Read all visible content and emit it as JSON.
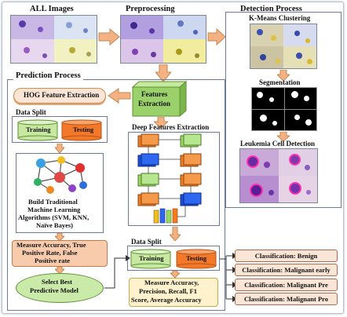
{
  "stages": {
    "all_images": "ALL Images",
    "preprocessing": "Preprocessing",
    "detection_process": "Detection Process",
    "prediction_process": "Prediction Process"
  },
  "detection": {
    "kmeans": "K-Means Clustering",
    "segmentation": "Segmentation",
    "cell_detection": "Leukemia Cell Detection"
  },
  "prediction": {
    "hog": "HOG Feature Extraction",
    "features_extraction_line1": "Features",
    "features_extraction_line2": "Extraction",
    "data_split_left": "Data Split",
    "training": "Training",
    "testing": "Testing",
    "deep_features": "Deep Features Extraction",
    "ml_title_line1": "Build Traditional",
    "ml_title_line2": "Machine Learning",
    "ml_title_line3": "Algorithms (SVM, KNN,",
    "ml_title_line4": "Naïve Bayes)",
    "measure_left_line1": "Measure Accuracy, True",
    "measure_left_line2": "Positive Rate, False",
    "measure_left_line3": "Positive rate",
    "select_line1": "Select Best",
    "select_line2": "Predictive Model",
    "data_split_right": "Data Split",
    "training2": "Training",
    "testing2": "Testing",
    "measure_right_line1": "Measure Accuracy,",
    "measure_right_line2": "Precision, Recall, F1",
    "measure_right_line3": "Score, Average Accuracy"
  },
  "classifications": [
    "Classification: Benign",
    "Classification: Malignant early",
    "Classification: Malignant Pre",
    "Classification: Malignant Pro"
  ],
  "colors": {
    "arrow_orange": "#f4b183",
    "arrow_border": "#c8874f",
    "green_cube": "#9bd16a",
    "training_green": "#c6e8a0",
    "testing_orange": "#f3782a",
    "measure_peach": "#f8cbad",
    "select_green": "#c9eaa8",
    "result_pink": "#fbe5d6",
    "measure_yellow": "#fff2cc"
  }
}
